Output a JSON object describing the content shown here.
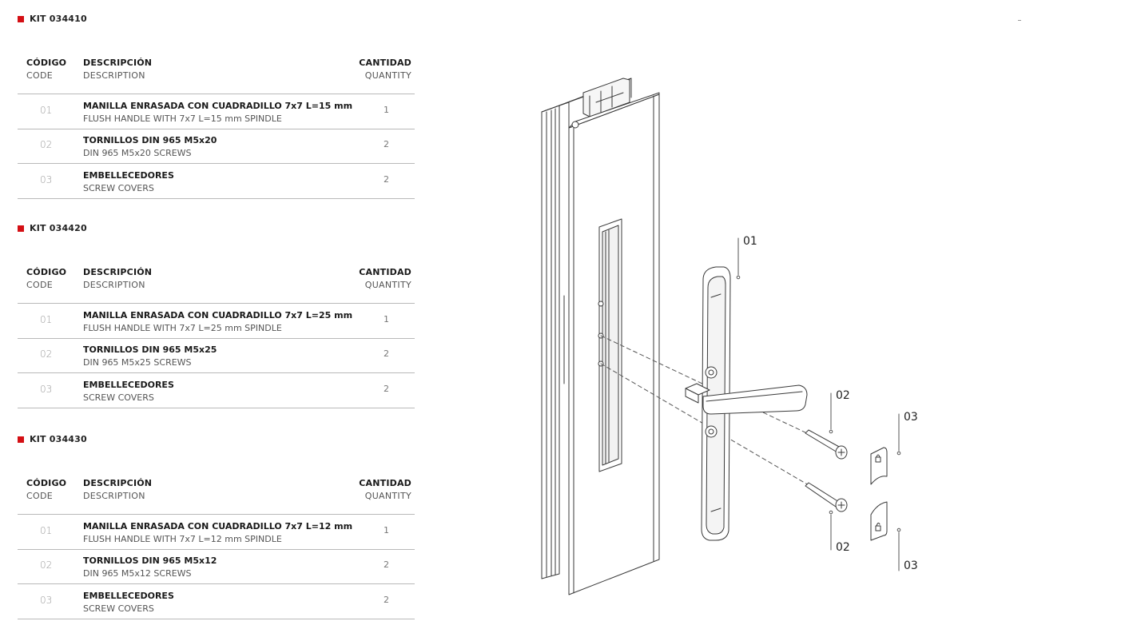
{
  "headers": {
    "code_es": "CÓDIGO",
    "code_en": "CODE",
    "desc_es": "DESCRIPCIÓN",
    "desc_en": "DESCRIPTION",
    "qty_es": "CANTIDAD",
    "qty_en": "QUANTITY"
  },
  "kits": [
    {
      "title": "KIT 034410",
      "rows": [
        {
          "code": "01",
          "desc_es": "MANILLA ENRASADA CON CUADRADILLO 7x7 L=15 mm",
          "desc_en": "FLUSH HANDLE WITH 7x7 L=15 mm SPINDLE",
          "qty": "1"
        },
        {
          "code": "02",
          "desc_es": "TORNILLOS DIN 965 M5x20",
          "desc_en": "DIN 965 M5x20 SCREWS",
          "qty": "2"
        },
        {
          "code": "03",
          "desc_es": "EMBELLECEDORES",
          "desc_en": "SCREW COVERS",
          "qty": "2"
        }
      ]
    },
    {
      "title": "KIT 034420",
      "rows": [
        {
          "code": "01",
          "desc_es": "MANILLA ENRASADA CON CUADRADILLO 7x7 L=25 mm",
          "desc_en": "FLUSH HANDLE WITH 7x7 L=25 mm SPINDLE",
          "qty": "1"
        },
        {
          "code": "02",
          "desc_es": "TORNILLOS DIN 965 M5x25",
          "desc_en": "DIN 965 M5x25 SCREWS",
          "qty": "2"
        },
        {
          "code": "03",
          "desc_es": "EMBELLECEDORES",
          "desc_en": "SCREW COVERS",
          "qty": "2"
        }
      ]
    },
    {
      "title": "KIT 034430",
      "rows": [
        {
          "code": "01",
          "desc_es": "MANILLA ENRASADA CON CUADRADILLO 7x7 L=12 mm",
          "desc_en": "FLUSH HANDLE WITH 7x7 L=12 mm SPINDLE",
          "qty": "1"
        },
        {
          "code": "02",
          "desc_es": "TORNILLOS DIN 965 M5x12",
          "desc_en": "DIN 965 M5x12 SCREWS",
          "qty": "2"
        },
        {
          "code": "03",
          "desc_es": "EMBELLECEDORES",
          "desc_en": "SCREW COVERS",
          "qty": "2"
        }
      ]
    }
  ],
  "callouts": {
    "handle": "01",
    "screw_top": "02",
    "screw_bottom": "02",
    "cover_top": "03",
    "cover_bottom": "03"
  },
  "colors": {
    "accent": "#d40f14",
    "rule": "#b9b9b9",
    "line_art": "#3a3a3a"
  }
}
